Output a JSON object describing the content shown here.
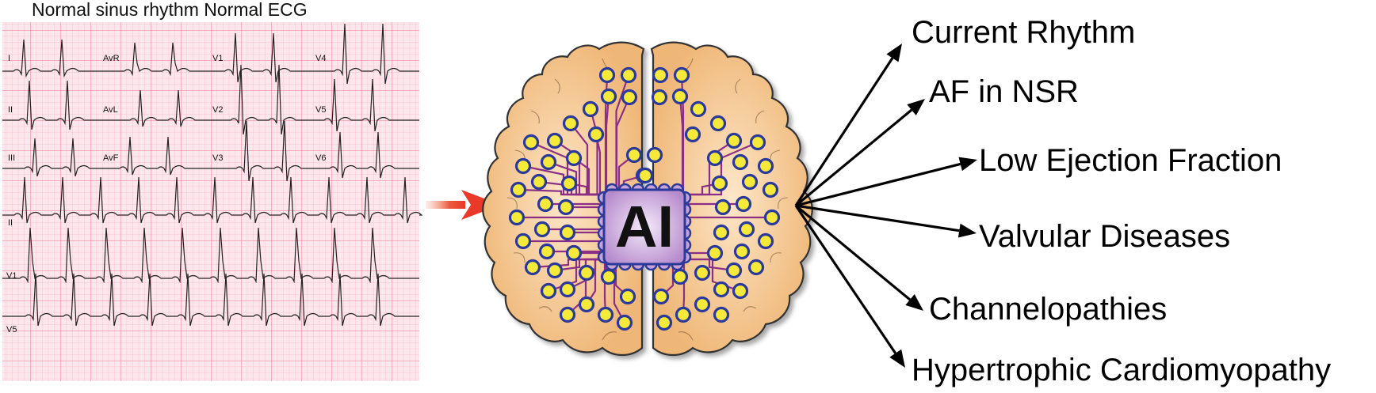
{
  "ecg": {
    "title": "Normal sinus rhythm Normal ECG",
    "lead_labels": [
      "I",
      "AvR",
      "V1",
      "V4",
      "II",
      "AvL",
      "V2",
      "V5",
      "III",
      "AvF",
      "V3",
      "V6",
      "II",
      "V1",
      "V5"
    ]
  },
  "ai_chip": {
    "label": "AI"
  },
  "outputs": [
    "Current Rhythm",
    "AF in NSR",
    "Low Ejection Fraction",
    "Valvular Diseases",
    "Channelopathies",
    "Hypertrophic Cardiomyopathy"
  ],
  "colors": {
    "ecg_grid_minor": "#f7bcc8",
    "ecg_grid_major": "#ee8ea4",
    "ecg_background": "#fde6ec",
    "input_arrow": "#e8392a",
    "brain_fill": "#f3c48e",
    "brain_outline": "#333333",
    "circuit_trace": "#8b2f86",
    "node_fill": "#f5ea3a",
    "node_ring": "#2b3a9a",
    "chip_fill": "#c7a3d8",
    "chip_border": "#2b3a9a"
  }
}
